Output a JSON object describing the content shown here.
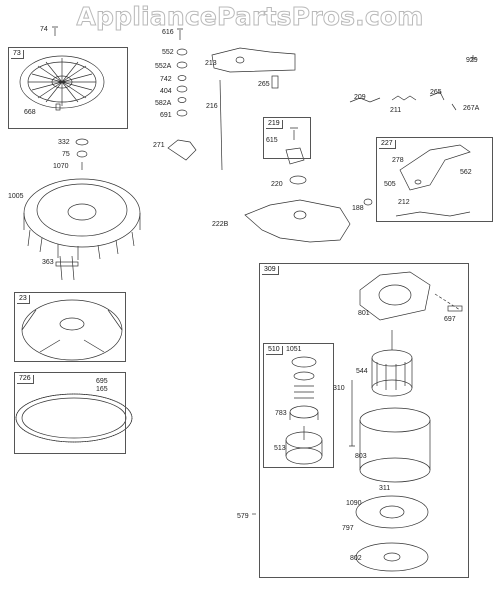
{
  "watermark": "AppliancePartsPros.com",
  "groups": [
    {
      "id": "73",
      "items": [
        "668"
      ]
    },
    {
      "id": "219",
      "items": [
        "615"
      ]
    },
    {
      "id": "227",
      "items": [
        "278",
        "505",
        "562",
        "212"
      ]
    },
    {
      "id": "23",
      "items": []
    },
    {
      "id": "726",
      "items": [
        "695",
        "165"
      ]
    },
    {
      "id": "309",
      "items": [
        "801",
        "697",
        "544",
        "310",
        "803",
        "311",
        "1090",
        "797",
        "802"
      ]
    },
    {
      "id": "510",
      "items": [
        "1051",
        "783",
        "513"
      ]
    }
  ],
  "parts": [
    "74",
    "616",
    "552",
    "552A",
    "742",
    "404",
    "582A",
    "691",
    "213",
    "265",
    "216",
    "271",
    "929",
    "209",
    "211",
    "265",
    "267A",
    "332",
    "75",
    "1070",
    "220",
    "188",
    "1005",
    "222B",
    "363",
    "579"
  ]
}
